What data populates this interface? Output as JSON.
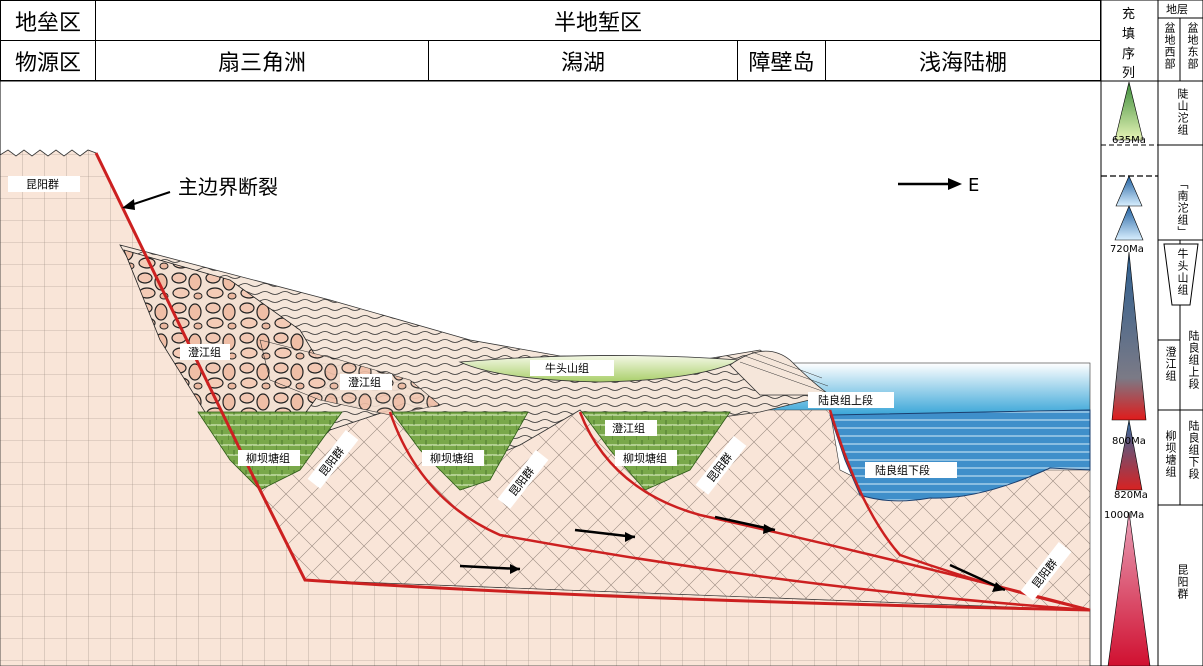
{
  "header": {
    "row1": {
      "left": "地垒区",
      "main": "半地堑区"
    },
    "row2": {
      "left": "物源区",
      "fan_delta": "扇三角洲",
      "lagoon": "潟湖",
      "barrier_island": "障壁岛",
      "shelf": "浅海陆棚"
    }
  },
  "cross_section": {
    "main_fault_label": "主边界断裂",
    "direction_label": "E",
    "units": {
      "kunyang_left": "昆阳群",
      "chengjiang_1": "澄江组",
      "chengjiang_2": "澄江组",
      "chengjiang_3": "澄江组",
      "niutoushan": "牛头山组",
      "liuliang_upper": "陆良组上段",
      "liuliang_lower": "陆良组下段",
      "liubatang_1": "柳坝塘组",
      "liubatang_2": "柳坝塘组",
      "liubatang_3": "柳坝塘组",
      "kunyang_1": "昆阳群",
      "kunyang_2": "昆阳群",
      "kunyang_3": "昆阳群",
      "kunyang_4": "昆阳群"
    }
  },
  "fill_sequence": {
    "title": "充填序列",
    "ages": {
      "a635": "635Ma",
      "a720": "720Ma",
      "a800": "800Ma",
      "a820": "820Ma",
      "a1000": "1000Ma"
    }
  },
  "strata": {
    "title": "地层",
    "west": "盆地西部",
    "east": "盆地东部",
    "luoshantuo": "陡山沱组",
    "nantuo": "「南沱组」",
    "niutoushan": "牛头山组",
    "chengjiang": "澄江组",
    "liuliang_upper": "陆良组上段",
    "liubatang": "柳坝塘组",
    "liuliang_lower": "陆良组下段",
    "kunyang": "昆阳群"
  },
  "colors": {
    "basement": "#f9e5d8",
    "green_layer": "#77a845",
    "blue_layer": "#3a8cc5",
    "fault": "#cc2020"
  }
}
